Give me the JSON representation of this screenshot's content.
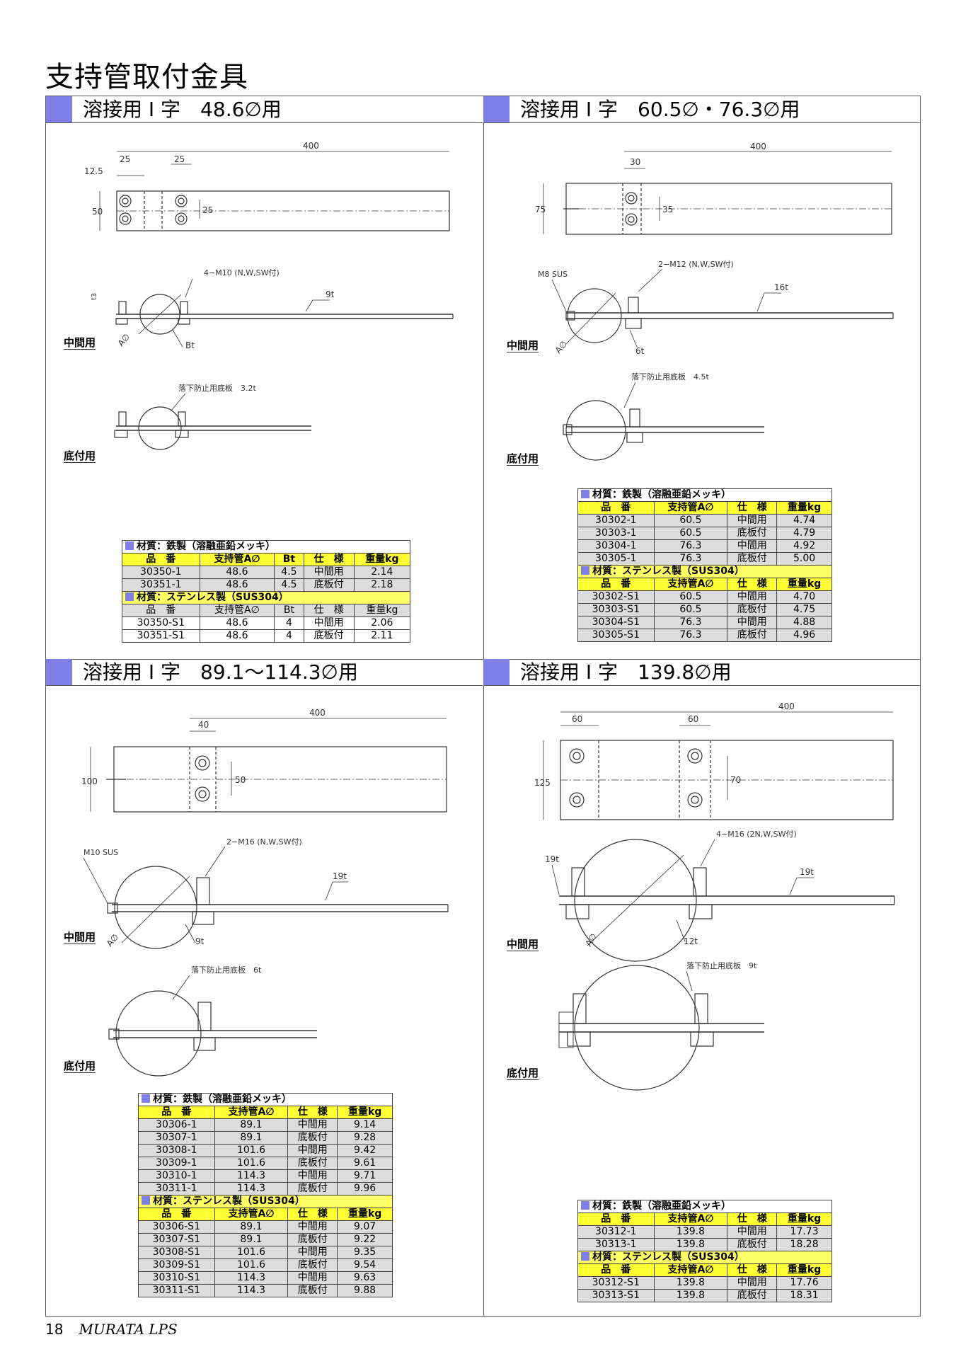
{
  "page": {
    "title": "支持管取付金具",
    "page_number": "18",
    "brand": "MURATA LPS"
  },
  "sections": [
    {
      "heading": "溶接用 I 字　48.6∅用",
      "labels": {
        "middle": "中間用",
        "bottom": "底付用"
      },
      "dims": {
        "length": "400",
        "d1": "12.5",
        "d2": "25",
        "d3": "25",
        "h": "50",
        "h2": "25",
        "thick": "9t",
        "bolt": "4−M10 (N,W,SW付)",
        "plate": "落下防止用底板　3.2t",
        "bt": "Bt",
        "ad": "A∅",
        "t3": "t3"
      },
      "tables": [
        {
          "material": "材質：鉄製（溶融亜鉛メッキ）",
          "headers": [
            "品　番",
            "支持管A∅",
            "Bt",
            "仕　様",
            "重量kg"
          ],
          "rows": [
            [
              "30350-1",
              "48.6",
              "4.5",
              "中間用",
              "2.14"
            ],
            [
              "30351-1",
              "48.6",
              "4.5",
              "底板付",
              "2.18"
            ]
          ]
        },
        {
          "material": "材質：ステンレス製（SUS304）",
          "headers": [
            "品　番",
            "支持管A∅",
            "Bt",
            "仕　様",
            "重量kg"
          ],
          "rows": [
            [
              "30350-S1",
              "48.6",
              "4",
              "中間用",
              "2.06"
            ],
            [
              "30351-S1",
              "48.6",
              "4",
              "底板付",
              "2.11"
            ]
          ]
        }
      ]
    },
    {
      "heading": "溶接用 I 字　60.5∅・76.3∅用",
      "labels": {
        "middle": "中間用",
        "bottom": "底付用"
      },
      "dims": {
        "length": "400",
        "d1": "30",
        "h": "75",
        "h2": "35",
        "thick": "16t",
        "bolt": "2−M12 (N,W,SW付)",
        "sus": "M8  SUS",
        "t6": "6t",
        "plate": "落下防止用底板　4.5t",
        "ad": "A∅"
      },
      "tables": [
        {
          "material": "材質：鉄製（溶融亜鉛メッキ）",
          "headers": [
            "品　番",
            "支持管A∅",
            "仕　様",
            "重量kg"
          ],
          "rows": [
            [
              "30302-1",
              "60.5",
              "中間用",
              "4.74"
            ],
            [
              "30303-1",
              "60.5",
              "底板付",
              "4.79"
            ],
            [
              "30304-1",
              "76.3",
              "中間用",
              "4.92"
            ],
            [
              "30305-1",
              "76.3",
              "底板付",
              "5.00"
            ]
          ]
        },
        {
          "material": "材質：ステンレス製（SUS304）",
          "headers": [
            "品　番",
            "支持管A∅",
            "仕　様",
            "重量kg"
          ],
          "rows": [
            [
              "30302-S1",
              "60.5",
              "中間用",
              "4.70"
            ],
            [
              "30303-S1",
              "60.5",
              "底板付",
              "4.75"
            ],
            [
              "30304-S1",
              "76.3",
              "中間用",
              "4.88"
            ],
            [
              "30305-S1",
              "76.3",
              "底板付",
              "4.96"
            ]
          ]
        }
      ]
    },
    {
      "heading": "溶接用 I 字　89.1〜114.3∅用",
      "labels": {
        "middle": "中間用",
        "bottom": "底付用"
      },
      "dims": {
        "length": "400",
        "d1": "40",
        "h": "100",
        "h2": "50",
        "thick": "19t",
        "bolt": "2−M16 (N,W,SW付)",
        "sus": "M10  SUS",
        "t9": "9t",
        "plate": "落下防止用底板　6t",
        "ad": "A∅"
      },
      "tables": [
        {
          "material": "材質：鉄製（溶融亜鉛メッキ）",
          "headers": [
            "品　番",
            "支持管A∅",
            "仕　様",
            "重量kg"
          ],
          "rows": [
            [
              "30306-1",
              "89.1",
              "中間用",
              "9.14"
            ],
            [
              "30307-1",
              "89.1",
              "底板付",
              "9.28"
            ],
            [
              "30308-1",
              "101.6",
              "中間用",
              "9.42"
            ],
            [
              "30309-1",
              "101.6",
              "底板付",
              "9.61"
            ],
            [
              "30310-1",
              "114.3",
              "中間用",
              "9.71"
            ],
            [
              "30311-1",
              "114.3",
              "底板付",
              "9.96"
            ]
          ]
        },
        {
          "material": "材質：ステンレス製（SUS304）",
          "headers": [
            "品　番",
            "支持管A∅",
            "仕　様",
            "重量kg"
          ],
          "rows": [
            [
              "30306-S1",
              "89.1",
              "中間用",
              "9.07"
            ],
            [
              "30307-S1",
              "89.1",
              "底板付",
              "9.22"
            ],
            [
              "30308-S1",
              "101.6",
              "中間用",
              "9.35"
            ],
            [
              "30309-S1",
              "101.6",
              "底板付",
              "9.54"
            ],
            [
              "30310-S1",
              "114.3",
              "中間用",
              "9.63"
            ],
            [
              "30311-S1",
              "114.3",
              "底板付",
              "9.88"
            ]
          ]
        }
      ]
    },
    {
      "heading": "溶接用 I 字　139.8∅用",
      "labels": {
        "middle": "中間用",
        "bottom": "底付用"
      },
      "dims": {
        "length": "400",
        "d1": "60",
        "d2": "60",
        "h": "125",
        "h2": "70",
        "thick": "19t",
        "thick_l": "19t",
        "bolt": "4−M16 (2N,W,SW付)",
        "t12": "12t",
        "plate": "落下防止用底板　9t",
        "ad": "A∅"
      },
      "tables": [
        {
          "material": "材質：鉄製（溶融亜鉛メッキ）",
          "headers": [
            "品　番",
            "支持管A∅",
            "仕　様",
            "重量kg"
          ],
          "rows": [
            [
              "30312-1",
              "139.8",
              "中間用",
              "17.73"
            ],
            [
              "30313-1",
              "139.8",
              "底板付",
              "18.28"
            ]
          ]
        },
        {
          "material": "材質：ステンレス製（SUS304）",
          "headers": [
            "品　番",
            "支持管A∅",
            "仕　様",
            "重量kg"
          ],
          "rows": [
            [
              "30312-S1",
              "139.8",
              "中間用",
              "17.76"
            ],
            [
              "30313-S1",
              "139.8",
              "底板付",
              "18.31"
            ]
          ]
        }
      ]
    }
  ]
}
